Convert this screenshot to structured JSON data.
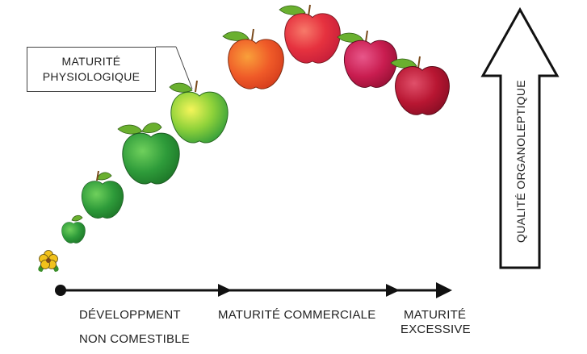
{
  "labels": {
    "box_line1": "MATURITÉ",
    "box_line2": "PHYSIOLOGIQUE",
    "dev_line1": "DÉVELOPPMENT",
    "dev_line2": "NON COMESTIBLE",
    "commercial": "MATURITÉ COMMERCIALE",
    "excess_line1": "MATURITÉ",
    "excess_line2": "EXCESSIVE",
    "quality": "QUALITÉ ORGANOLEPTIQUE"
  },
  "stages": [
    {
      "name": "flower",
      "color": "#f2c21b"
    },
    {
      "name": "fruit-tiny",
      "color": "#2e9b3a"
    },
    {
      "name": "fruit-small",
      "color": "#2f9f3d"
    },
    {
      "name": "fruit-medium",
      "color": "#31a23f"
    },
    {
      "name": "fruit-mature",
      "color": "#a6d83a"
    },
    {
      "name": "fruit-orange",
      "color": "#ef5a28"
    },
    {
      "name": "fruit-red",
      "color": "#e9323f"
    },
    {
      "name": "fruit-crimson",
      "color": "#c91d45"
    },
    {
      "name": "fruit-overripe",
      "color": "#b81632"
    }
  ],
  "colors": {
    "axis": "#111111",
    "leaf": "#6ab02f",
    "stem": "#7a4a1c"
  }
}
